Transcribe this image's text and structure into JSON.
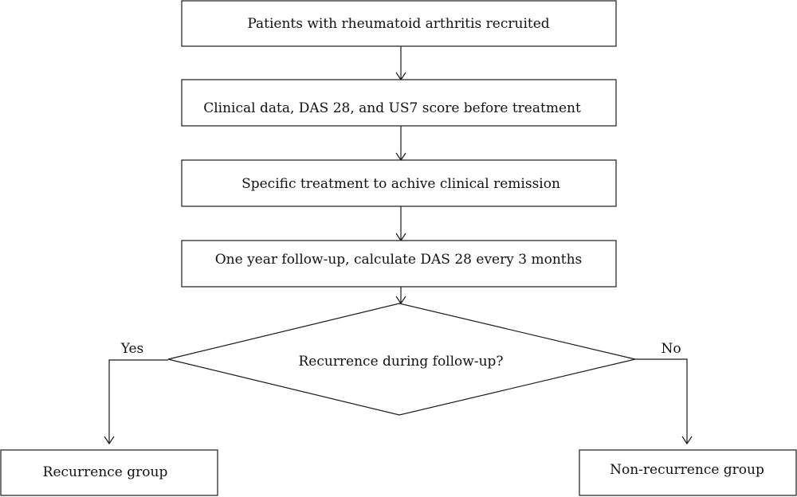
{
  "steps": [
    {
      "label": "Patients with rheumatoid arthritis recruited"
    },
    {
      "label": "Clinical data, DAS 28, and US7 score before treatment"
    },
    {
      "label": "Specific treatment to achive clinical remission"
    },
    {
      "label": "One year follow-up, calculate DAS 28 every 3 months"
    }
  ],
  "decision": {
    "question": "Recurrence during follow-up?",
    "yes_label": "Yes",
    "no_label": "No"
  },
  "outcomes": {
    "yes": "Recurrence group",
    "no": "Non-recurrence group"
  }
}
